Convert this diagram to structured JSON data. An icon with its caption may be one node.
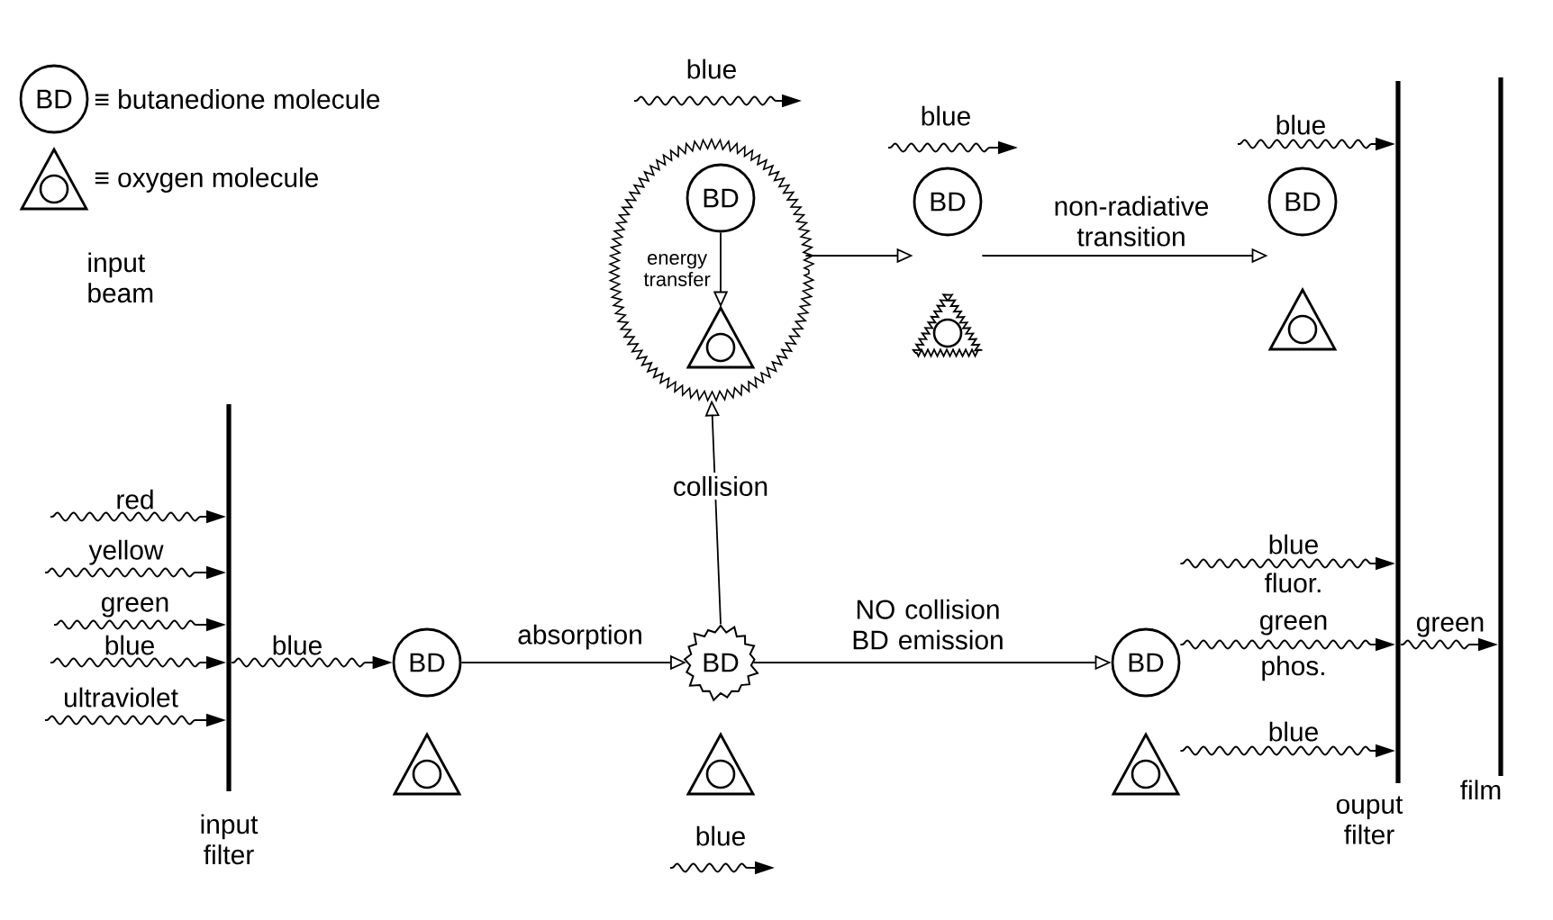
{
  "diagram": {
    "nodes": [
      {
        "text": [
          "BD"
        ]
      },
      {
        "text": [],
        "shape": "triangle"
      },
      {
        "text": [],
        "shape": "bar",
        "beside": [
          "input filter"
        ]
      },
      {
        "text": [
          "BD"
        ]
      },
      {
        "text": [],
        "shape": "triangle"
      },
      {
        "text": [
          "BD"
        ]
      },
      {
        "text": [],
        "shape": "triangle"
      },
      {
        "text": [],
        "shape": "cloud"
      },
      {
        "text": [
          "BD"
        ],
        "in": 7
      },
      {
        "text": [],
        "shape": "triangle",
        "in": 7
      },
      {
        "text": [
          "BD"
        ]
      },
      {
        "text": [],
        "shape": "triangle"
      },
      {
        "text": [
          "BD"
        ]
      },
      {
        "text": [],
        "shape": "triangle"
      },
      {
        "text": [
          "BD"
        ]
      },
      {
        "text": [],
        "shape": "triangle"
      },
      {
        "text": [],
        "shape": "bar",
        "beside": [
          "ouput filter"
        ]
      },
      {
        "text": [],
        "shape": "bar",
        "beside": [
          "film"
        ]
      }
    ],
    "edges": [
      {
        "from": null,
        "to": 2,
        "arrow": "to",
        "label": "red"
      },
      {
        "from": null,
        "to": 2,
        "arrow": "to",
        "label": "yellow"
      },
      {
        "from": null,
        "to": 2,
        "arrow": "to",
        "label": "green"
      },
      {
        "from": null,
        "to": 2,
        "arrow": "to",
        "label": "blue"
      },
      {
        "from": null,
        "to": 2,
        "arrow": "to",
        "label": "ultraviolet"
      },
      {
        "from": 2,
        "to": 3,
        "arrow": "to",
        "label": "blue"
      },
      {
        "from": 3,
        "to": 5,
        "arrow": "to",
        "label": "absorption"
      },
      {
        "from": 5,
        "to": 7,
        "arrow": "to",
        "label": "collision"
      },
      {
        "from": 8,
        "to": 9,
        "arrow": "to",
        "label": "energy transfer"
      },
      {
        "from": 7,
        "to": 10,
        "arrow": "to"
      },
      {
        "from": 10,
        "to": 12,
        "arrow": "to",
        "label": "non-radiative transition"
      },
      {
        "from": 5,
        "to": 14,
        "arrow": "to",
        "label": "NO collision BD emission"
      },
      {
        "from": 14,
        "to": 16,
        "arrow": "to",
        "label": "blue"
      },
      {
        "from": 14,
        "to": 16,
        "arrow": "to",
        "label": "green"
      },
      {
        "from": 15,
        "to": 16,
        "arrow": "to",
        "label": "blue"
      },
      {
        "from": 16,
        "to": 17,
        "arrow": "to",
        "label": "green"
      },
      {
        "from": null,
        "to": 16,
        "arrow": "to",
        "label": "blue"
      }
    ],
    "labels": [
      "≡ butanedione molecule",
      "≡ oxygen molecule",
      "input beam",
      "blue",
      "blue",
      "blue",
      "fluor.",
      "phos."
    ]
  }
}
